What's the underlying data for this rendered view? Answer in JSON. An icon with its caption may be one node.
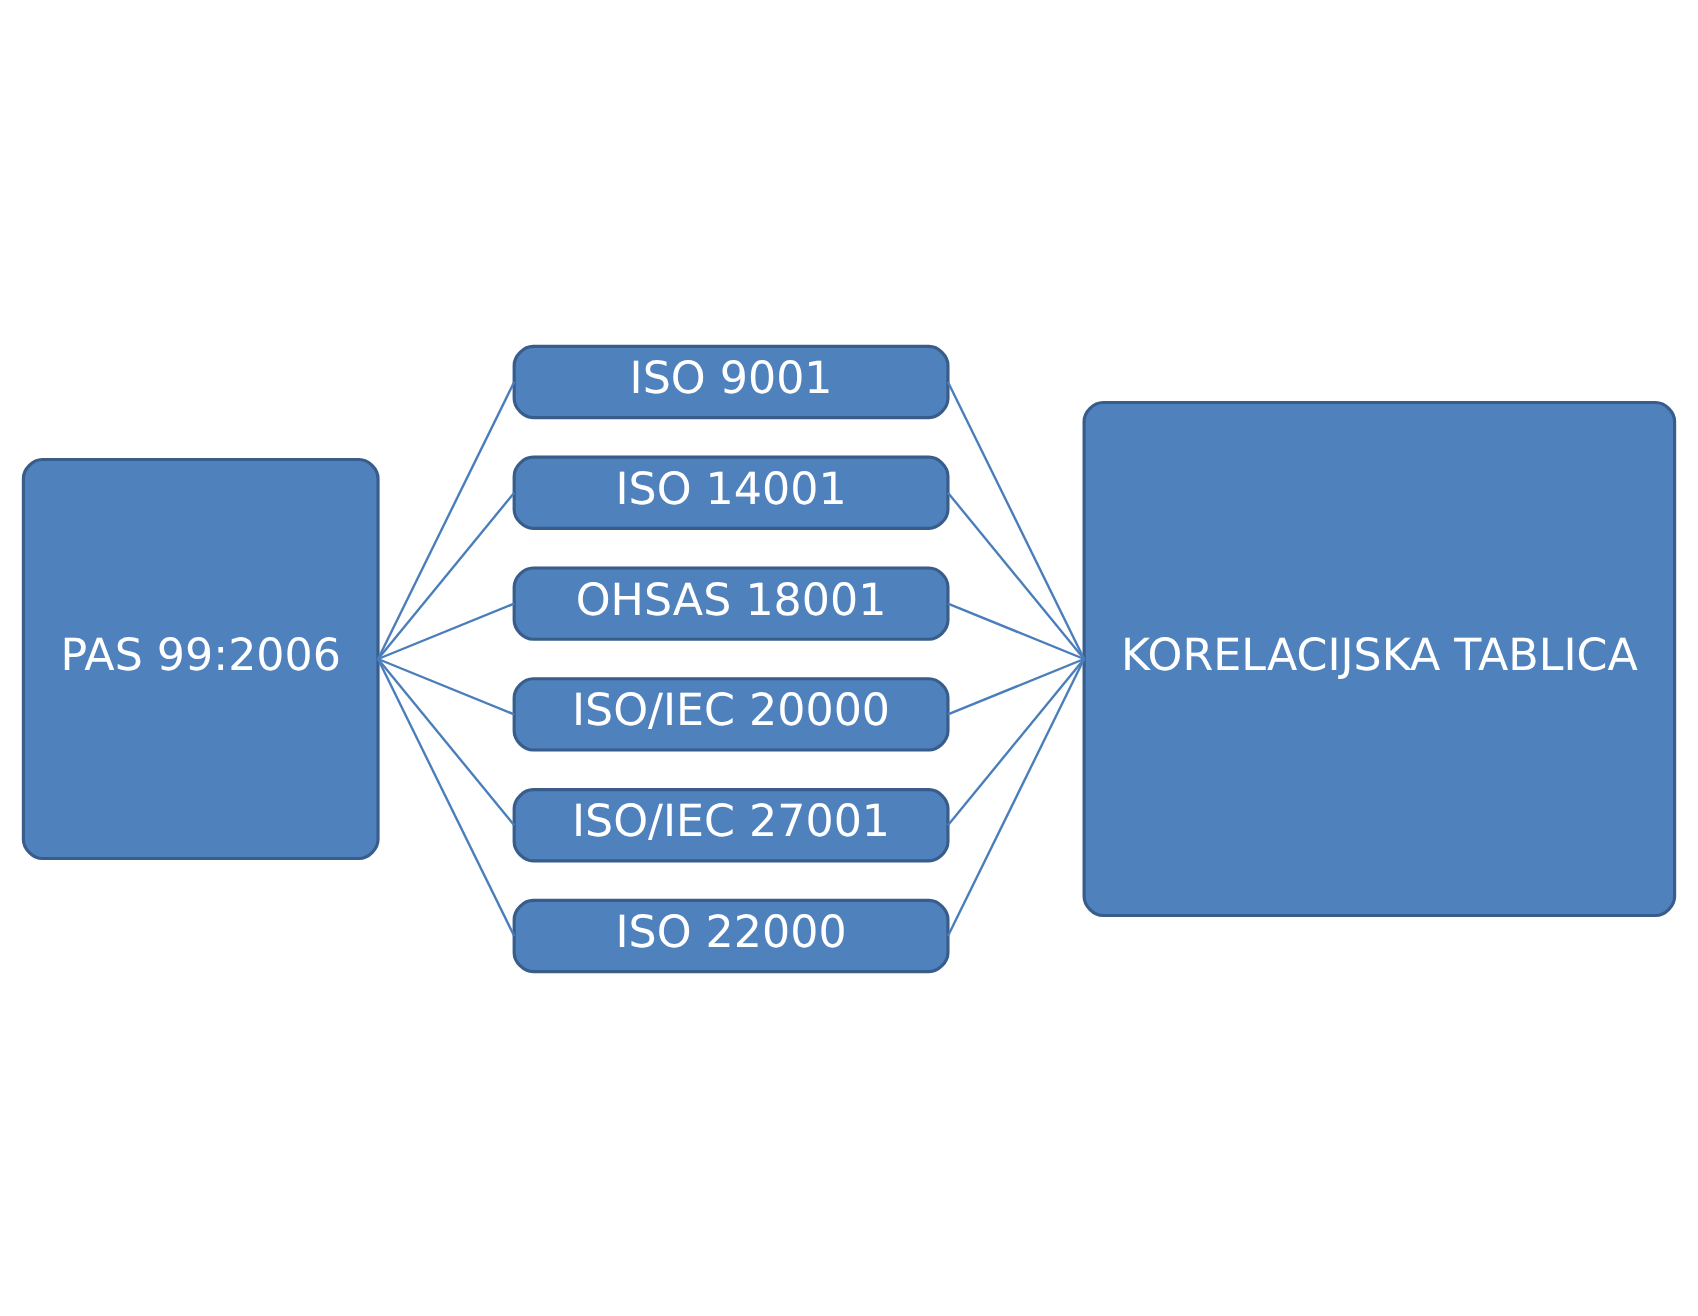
{
  "diagram": {
    "nodes": [
      {
        "text": [
          "PAS 99:2006"
        ]
      },
      {
        "text": [
          "ISO 9001"
        ]
      },
      {
        "text": [
          "ISO 14001"
        ]
      },
      {
        "text": [
          "OHSAS 18001"
        ]
      },
      {
        "text": [
          "ISO/IEC 20000"
        ]
      },
      {
        "text": [
          "ISO/IEC 27001"
        ]
      },
      {
        "text": [
          "ISO 22000"
        ]
      },
      {
        "text": [
          "KORELACIJSKA TABLICA"
        ]
      }
    ],
    "edges": [
      {
        "from": 0,
        "to": 1,
        "arrow": "none"
      },
      {
        "from": 0,
        "to": 2,
        "arrow": "none"
      },
      {
        "from": 0,
        "to": 3,
        "arrow": "none"
      },
      {
        "from": 0,
        "to": 4,
        "arrow": "none"
      },
      {
        "from": 0,
        "to": 5,
        "arrow": "none"
      },
      {
        "from": 0,
        "to": 6,
        "arrow": "none"
      },
      {
        "from": 1,
        "to": 7,
        "arrow": "none"
      },
      {
        "from": 2,
        "to": 7,
        "arrow": "none"
      },
      {
        "from": 3,
        "to": 7,
        "arrow": "none"
      },
      {
        "from": 4,
        "to": 7,
        "arrow": "none"
      },
      {
        "from": 5,
        "to": 7,
        "arrow": "none"
      },
      {
        "from": 6,
        "to": 7,
        "arrow": "none"
      }
    ]
  }
}
